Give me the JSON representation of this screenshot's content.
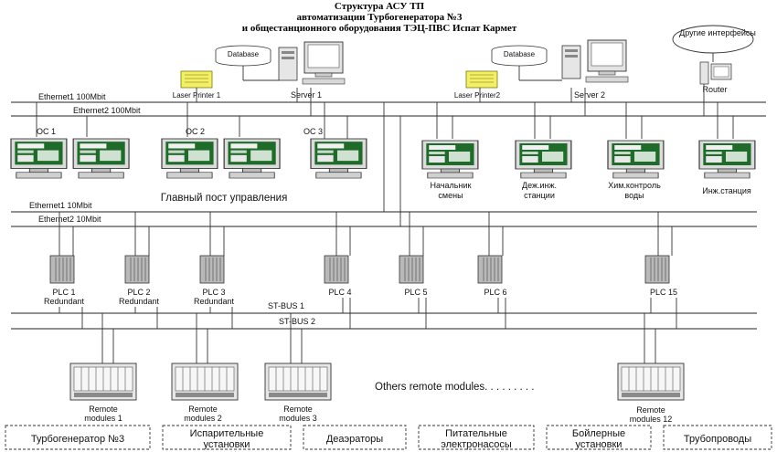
{
  "title": {
    "line1": "Структура АСУ ТП",
    "line2": "автоматизации Турбогенератора №3",
    "line3": "и общестанционного оборудования ТЭЦ-ПВС Испат Кармет"
  },
  "other_interfaces": "Другие интерфейсы",
  "databases": [
    "Database",
    "Database"
  ],
  "servers": [
    "Server 1",
    "Server 2"
  ],
  "printers": [
    "Laser Printer 1",
    "Laser Printer2"
  ],
  "router": "Router",
  "networks": {
    "eth1_100": "Ethernet1  100Mbit",
    "eth2_100": "Ethernet2  100Mbit",
    "eth1_10": "Ethernet1  10Mbit",
    "eth2_10": "Ethernet2  10Mbit",
    "stbus1": "ST-BUS 1",
    "stbus2": "ST-BUS 2"
  },
  "operator_stations": [
    "ОС 1",
    "ОС 2",
    "ОС 3"
  ],
  "main_post": "Главный пост управления",
  "workstations": [
    {
      "line1": "Начальник",
      "line2": "смены"
    },
    {
      "line1": "Деж.инж.",
      "line2": "станции"
    },
    {
      "line1": "Хим.контроль",
      "line2": "воды"
    },
    {
      "line1": "Инж.станция",
      "line2": ""
    }
  ],
  "plcs": [
    {
      "name": "PLC 1",
      "sub": "Redundant"
    },
    {
      "name": "PLC 2",
      "sub": "Redundant"
    },
    {
      "name": "PLC 3",
      "sub": "Redundant"
    },
    {
      "name": "PLC 4",
      "sub": ""
    },
    {
      "name": "PLC 5",
      "sub": ""
    },
    {
      "name": "PLC 6",
      "sub": ""
    },
    {
      "name": "PLC 15",
      "sub": ""
    }
  ],
  "remote_modules": [
    {
      "line1": "Remote",
      "line2": "modules 1"
    },
    {
      "line1": "Remote",
      "line2": "modules 2"
    },
    {
      "line1": "Remote",
      "line2": "modules 3"
    },
    {
      "line1": "Remote",
      "line2": "modules 12"
    }
  ],
  "others_remote": "Others remote modules. . . . . . . . .",
  "zones": [
    {
      "line1": "Турбогенератор №3",
      "line2": ""
    },
    {
      "line1": "Испарительные",
      "line2": "установки"
    },
    {
      "line1": "Деаэраторы",
      "line2": ""
    },
    {
      "line1": "Питательные",
      "line2": "электронасосы"
    },
    {
      "line1": "Бойлерные",
      "line2": "установки"
    },
    {
      "line1": "Трубопроводы",
      "line2": ""
    }
  ],
  "colors": {
    "monitor_screen": "#1f6b2a",
    "monitor_frame": "#d9d9d9",
    "printer": "#f3ef66",
    "plc": "#b9b9b9",
    "line": "#222222"
  }
}
